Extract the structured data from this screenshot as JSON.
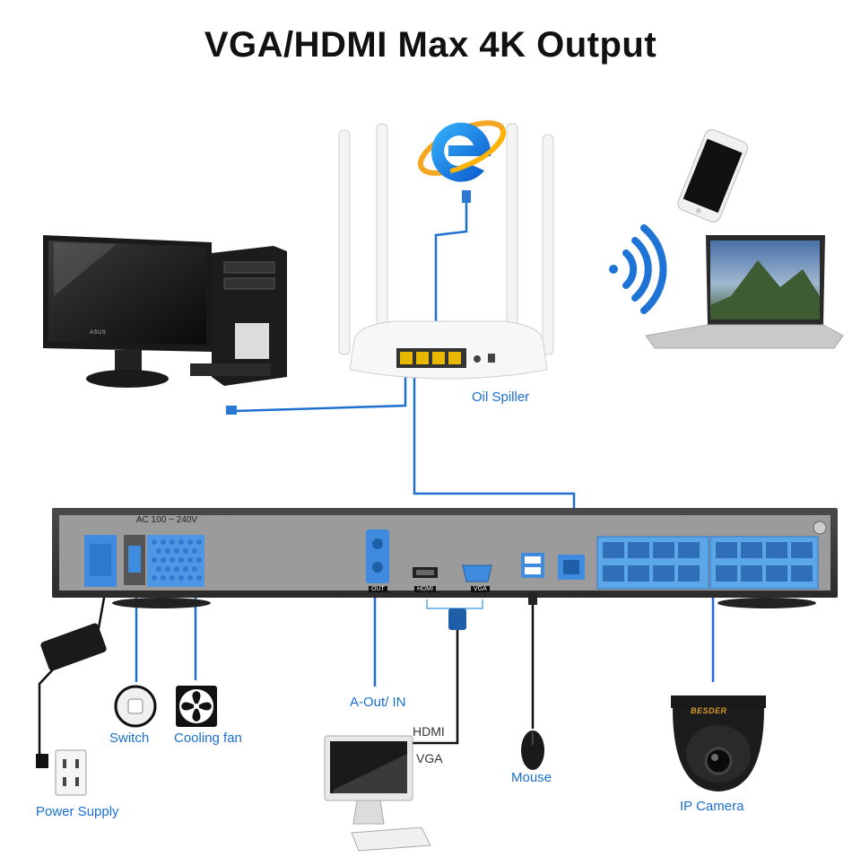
{
  "title": "VGA/HDMI Max 4K Output",
  "labels": {
    "router": "Oil Spiller",
    "power_supply": "Power Supply",
    "switch": "Switch",
    "cooling_fan": "Cooling fan",
    "audio": "A-Out/ IN",
    "hdmi_cable": "HDMI",
    "vga_cable": "VGA",
    "mouse": "Mouse",
    "ip_camera": "IP Camera"
  },
  "panel": {
    "voltage": "AC 100 ~ 240V",
    "hdmi_port": "HDMI",
    "vga_port": "VGA",
    "audio_port": "OUT"
  },
  "brands": {
    "monitor": "ASUS",
    "camera": "BESDER"
  },
  "colors": {
    "cable": "#1f6fd1",
    "port": "#5aa6e6",
    "label": "#1a6fd0",
    "title": "#111111"
  },
  "icons": [
    "internet-explorer-icon",
    "wifi-icon",
    "smartphone-icon",
    "laptop-icon",
    "pc-icon",
    "router-icon",
    "nvr-icon",
    "switch-icon",
    "fan-icon",
    "outlet-icon",
    "mouse-icon",
    "monitor-icon",
    "dome-camera-icon"
  ]
}
